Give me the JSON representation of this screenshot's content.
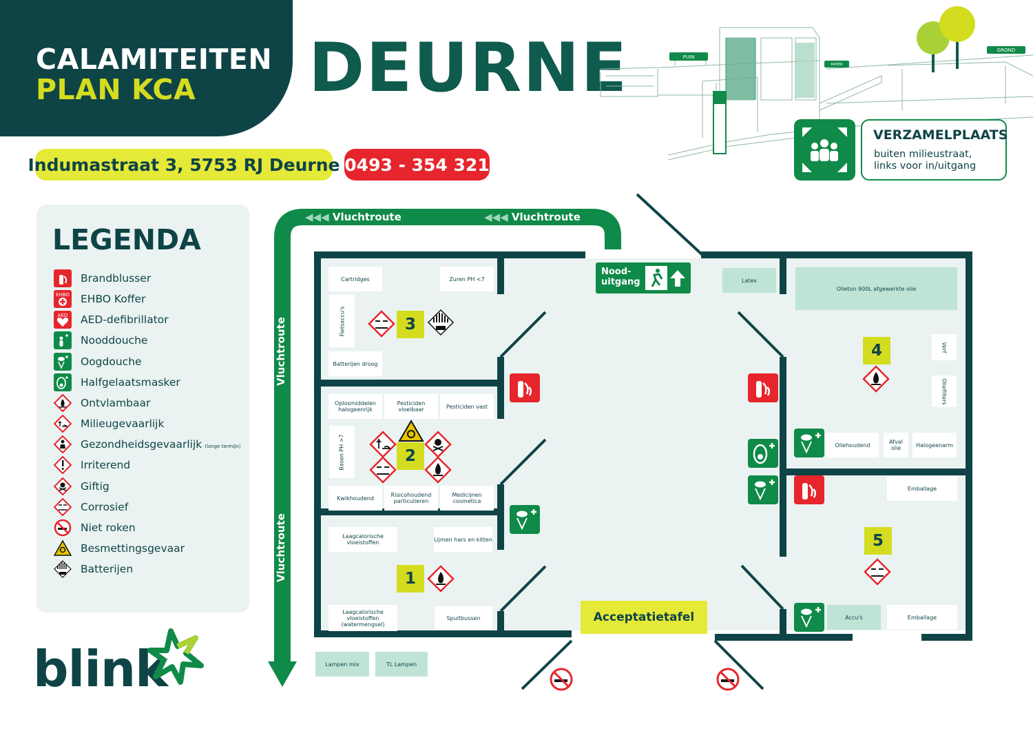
{
  "header": {
    "title_line1": "CALAMITEITEN",
    "title_line2": "PLAN KCA",
    "city": "DEURNE",
    "address": "Indumastraat 3, 5753 RJ Deurne",
    "phone": "0493 - 354 321"
  },
  "illustration": {
    "sign_puin": "PUIN",
    "sign_papier": "PAPIER",
    "sign_grond": "GROND"
  },
  "assembly_point": {
    "title": "VERZAMELPLAATS",
    "text": "buiten milieustraat, links voor in/uitgang",
    "icon": "assembly-point-icon"
  },
  "legend": {
    "title": "LEGENDA",
    "items": [
      {
        "label": "Brandblusser",
        "icon": "fire-extinguisher-icon"
      },
      {
        "label": "EHBO Koffer",
        "icon": "first-aid-kit-icon"
      },
      {
        "label": "AED-defibrillator",
        "icon": "aed-icon"
      },
      {
        "label": "Nooddouche",
        "icon": "emergency-shower-icon"
      },
      {
        "label": "Oogdouche",
        "icon": "eye-shower-icon"
      },
      {
        "label": "Halfgelaatsmasker",
        "icon": "half-face-mask-icon"
      },
      {
        "label": "Ontvlambaar",
        "icon": "flammable-icon"
      },
      {
        "label": "Milieugevaarlijk",
        "icon": "environmental-hazard-icon"
      },
      {
        "label": "Gezondheidsgevaarlijk",
        "note": "(lange termijn)",
        "icon": "health-hazard-icon"
      },
      {
        "label": "Irriterend",
        "icon": "irritant-icon"
      },
      {
        "label": "Giftig",
        "icon": "toxic-icon"
      },
      {
        "label": "Corrosief",
        "icon": "corrosive-icon"
      },
      {
        "label": "Niet roken",
        "icon": "no-smoking-icon"
      },
      {
        "label": "Besmettingsgevaar",
        "icon": "biohazard-icon"
      },
      {
        "label": "Batterijen",
        "icon": "batteries-icon"
      }
    ]
  },
  "map": {
    "route_label": "Vluchtroute",
    "emergency_exit": "Nood-\nuitgang",
    "acceptance": "Acceptatietafel",
    "zones": [
      "1",
      "2",
      "3",
      "4",
      "5"
    ],
    "left_rooms": {
      "cartridges": "Cartridges",
      "zuren": "Zuren PH <7",
      "fietsaccus": "Fietsaccu's",
      "batterijen": "Batterijen droog",
      "oplosmiddelen": "Oplosmiddelen halogeenrijk",
      "pesticiden_vloeibaar": "Pesticiden vloeibaar",
      "pesticiden_vast": "Pesticiden vast",
      "basen": "Basen PH >7",
      "kwik": "Kwikhoudend",
      "risico": "Risicohoudend particulieren",
      "medicijnen": "Medicijnen cosmetica",
      "laagcal1": "Laagcalorische vloeistoffen",
      "lijmen": "Lijmen hars en kitten",
      "laagcal2": "Laagcalorische vloeistoffen (watermengsel)",
      "spuitbussen": "Spuitbussen",
      "lampen_mix": "Lampen mix",
      "tl_lampen": "TL Lampen"
    },
    "right_rooms": {
      "latex": "Latex",
      "olieton": "Olieton 900L afgewerkte olie",
      "verf": "Verf",
      "oliefilters": "Oliefilters",
      "oliehoudend": "Oliehoudend",
      "afval_olie": "Afval olie",
      "halogeenarm": "Halogeenarm",
      "emballage1": "Emballage",
      "accus": "Accu's",
      "emballage2": "Emballage"
    }
  },
  "logo": {
    "text": "blink"
  },
  "colors": {
    "dark_teal": "#0f4447",
    "green": "#0f8a48",
    "yellow": "#d4dc1f",
    "red": "#e6252c",
    "floor": "#eaf3f1"
  }
}
